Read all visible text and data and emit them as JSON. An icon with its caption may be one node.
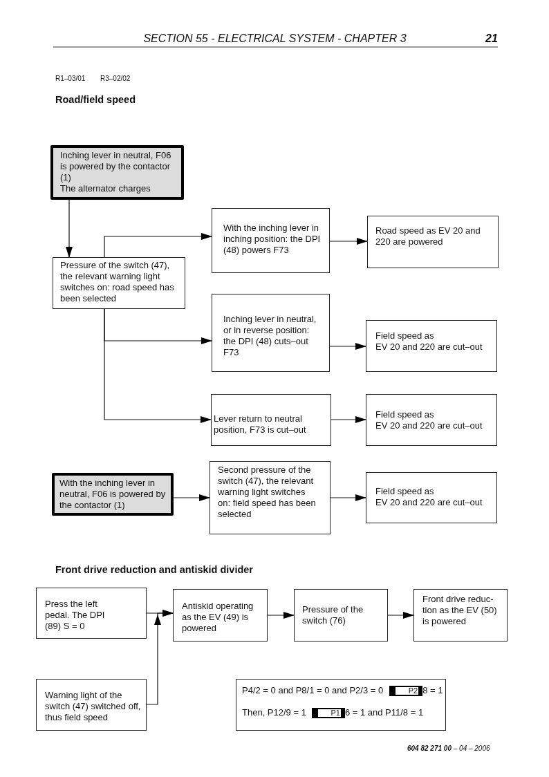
{
  "diagram": {
    "nodes": [
      {
        "text": [
          "Inching lever in neutral, F06 is powered by the contactor (1)",
          "The alternator charges"
        ]
      },
      {
        "text": [
          "Pressure of the switch (47), the relevant warning light switches on: road speed has been selected"
        ]
      },
      {
        "text": [
          "With the inching lever in inching position: the DPI (48) powers F73"
        ]
      },
      {
        "text": [
          "Road speed as EV 20 and 220 are powered"
        ]
      },
      {
        "text": [
          "Inching lever in neutral, or in reverse position: the DPI (48) cuts–out F73"
        ]
      },
      {
        "text": [
          "Field speed as",
          "EV 20 and 220 are cut–out"
        ]
      },
      {
        "text": [
          "Lever return to neutral position, F73 is cut–out"
        ]
      },
      {
        "text": [
          "Field speed as",
          "EV 20 and 220 are cut–out"
        ]
      },
      {
        "text": [
          "With the inching lever in neutral, F06 is powered by the contactor (1)"
        ]
      },
      {
        "text": [
          "Second pressure of the switch (47), the relevant warning light switches on: field speed has been selected"
        ]
      },
      {
        "text": [
          "Field speed as",
          "EV 20 and 220 are cut–out"
        ]
      },
      {
        "text": [
          "Press the left pedal. The DPI (89) S = 0"
        ]
      },
      {
        "text": [
          "Antiskid operating as the EV (49) is powered"
        ]
      },
      {
        "text": [
          "Pressure of the switch (76)"
        ]
      },
      {
        "text": [
          "Front drive reduc- tion as the EV (50) is powered"
        ]
      },
      {
        "text": [
          "Warning light of the switch (47) switched off, thus field speed"
        ]
      },
      {
        "text": [
          "P4/2 = 0 and P8/1 = 0 and P2/3 = 0",
          "P2",
          "8 = 1",
          "Then, P12/9 = 1",
          "P1",
          "6 = 1 and P11/8 = 1"
        ]
      }
    ],
    "edges": [
      {
        "from": 0,
        "to": 1,
        "arrow": "to"
      },
      {
        "from": 1,
        "to": 2,
        "arrow": "to"
      },
      {
        "from": 2,
        "to": 3,
        "arrow": "to"
      },
      {
        "from": 1,
        "to": 4,
        "arrow": "to"
      },
      {
        "from": 4,
        "to": 5,
        "arrow": "to"
      },
      {
        "from": 1,
        "to": 6,
        "arrow": "to"
      },
      {
        "from": 6,
        "to": 7,
        "arrow": "to"
      },
      {
        "from": 8,
        "to": 9,
        "arrow": "to"
      },
      {
        "from": 9,
        "to": 10,
        "arrow": "to"
      },
      {
        "from": 11,
        "to": 12,
        "arrow": "to"
      },
      {
        "from": 15,
        "to": 12,
        "arrow": "to"
      },
      {
        "from": 12,
        "to": 13,
        "arrow": "to"
      },
      {
        "from": 13,
        "to": 14,
        "arrow": "to"
      }
    ],
    "labels": [
      "SECTION 55 - ELECTRICAL SYSTEM - CHAPTER 3",
      "21",
      "R1–03/01",
      "R3–02/02",
      "Road/field speed",
      "Front drive reduction and antiskid divider",
      "**604 82 271 00** – 04 – 2006"
    ]
  }
}
